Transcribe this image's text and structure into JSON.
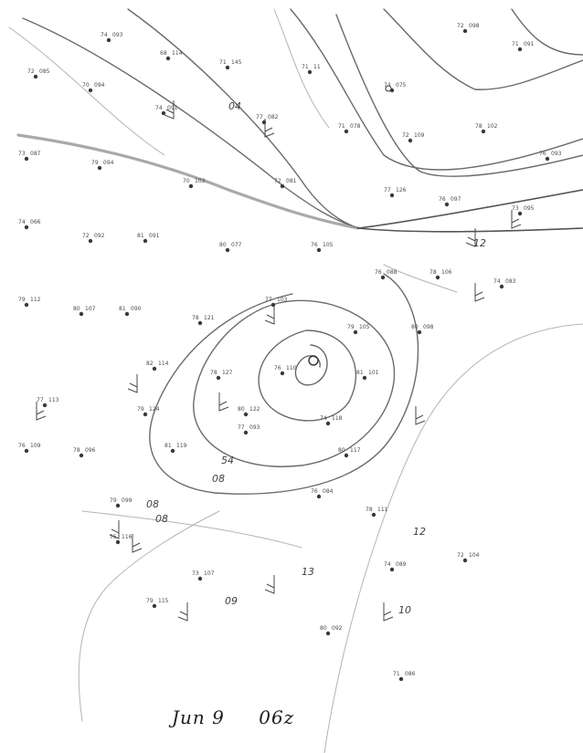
{
  "caption": {
    "date": "Jun 9",
    "time": "06z"
  },
  "isobar_labels": [
    "04",
    "08",
    "08",
    "09",
    "10",
    "12",
    "13",
    "12",
    "08",
    "54"
  ],
  "stations": [
    {
      "t": "74",
      "v": "093"
    },
    {
      "t": "68",
      "v": "114"
    },
    {
      "t": "71",
      "v": "145"
    },
    {
      "t": "71",
      "v": "11"
    },
    {
      "t": "74",
      "v": "075"
    },
    {
      "t": "72",
      "v": "098"
    },
    {
      "t": "71",
      "v": "091"
    },
    {
      "t": "72",
      "v": "085"
    },
    {
      "t": "70",
      "v": "094"
    },
    {
      "t": "74",
      "v": "091"
    },
    {
      "t": "77",
      "v": "082"
    },
    {
      "t": "71",
      "v": "078"
    },
    {
      "t": "72",
      "v": "109"
    },
    {
      "t": "78",
      "v": "102"
    },
    {
      "t": "76",
      "v": "093"
    },
    {
      "t": "73",
      "v": "087"
    },
    {
      "t": "79",
      "v": "094"
    },
    {
      "t": "70",
      "v": "103"
    },
    {
      "t": "72",
      "v": "081"
    },
    {
      "t": "77",
      "v": "126"
    },
    {
      "t": "76",
      "v": "097"
    },
    {
      "t": "73",
      "v": "095"
    },
    {
      "t": "74",
      "v": "066"
    },
    {
      "t": "72",
      "v": "092"
    },
    {
      "t": "81",
      "v": "091"
    },
    {
      "t": "80",
      "v": "077"
    },
    {
      "t": "76",
      "v": "105"
    },
    {
      "t": "76",
      "v": "088"
    },
    {
      "t": "78",
      "v": "106"
    },
    {
      "t": "74",
      "v": "083"
    },
    {
      "t": "79",
      "v": "112"
    },
    {
      "t": "80",
      "v": "107"
    },
    {
      "t": "81",
      "v": "090"
    },
    {
      "t": "78",
      "v": "121"
    },
    {
      "t": "77",
      "v": "103"
    },
    {
      "t": "79",
      "v": "105"
    },
    {
      "t": "80",
      "v": "098"
    },
    {
      "t": "82",
      "v": "114"
    },
    {
      "t": "78",
      "v": "127"
    },
    {
      "t": "76",
      "v": "110"
    },
    {
      "t": "81",
      "v": "101"
    },
    {
      "t": "77",
      "v": "113"
    },
    {
      "t": "79",
      "v": "124"
    },
    {
      "t": "80",
      "v": "122"
    },
    {
      "t": "74",
      "v": "118"
    },
    {
      "t": "76",
      "v": "109"
    },
    {
      "t": "78",
      "v": "096"
    },
    {
      "t": "81",
      "v": "119"
    },
    {
      "t": "77",
      "v": "093"
    },
    {
      "t": "80",
      "v": "117"
    },
    {
      "t": "79",
      "v": "099"
    },
    {
      "t": "75",
      "v": "116"
    },
    {
      "t": "73",
      "v": "107"
    },
    {
      "t": "76",
      "v": "084"
    },
    {
      "t": "78",
      "v": "111"
    },
    {
      "t": "74",
      "v": "089"
    },
    {
      "t": "72",
      "v": "104"
    },
    {
      "t": "79",
      "v": "115"
    },
    {
      "t": "80",
      "v": "092"
    },
    {
      "t": "71",
      "v": "086"
    }
  ]
}
